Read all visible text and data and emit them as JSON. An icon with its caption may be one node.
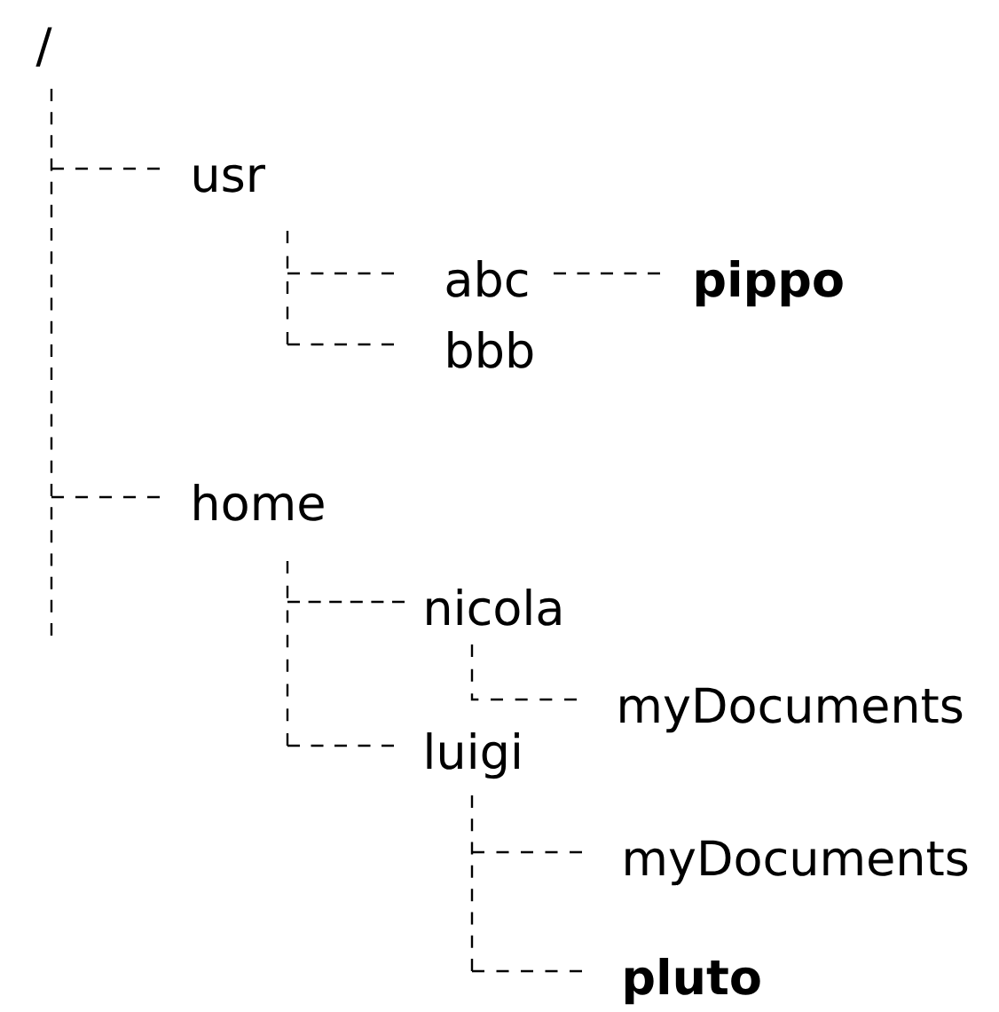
{
  "diagram": {
    "nodes": [
      {
        "text": [
          "/"
        ]
      },
      {
        "text": [
          "usr"
        ]
      },
      {
        "text": [
          "abc"
        ]
      },
      {
        "text": [
          "pippo"
        ]
      },
      {
        "text": [
          "bbb"
        ]
      },
      {
        "text": [
          "home"
        ]
      },
      {
        "text": [
          "nicola"
        ]
      },
      {
        "text": [
          "myDocuments"
        ]
      },
      {
        "text": [
          "luigi"
        ]
      },
      {
        "text": [
          "myDocuments"
        ]
      },
      {
        "text": [
          "pluto"
        ]
      }
    ],
    "edges": [
      {
        "from": 0,
        "to": 1,
        "arrow": "none",
        "style": "dashed"
      },
      {
        "from": 0,
        "to": 5,
        "arrow": "none",
        "style": "dashed"
      },
      {
        "from": 1,
        "to": 2,
        "arrow": "none",
        "style": "dashed"
      },
      {
        "from": 1,
        "to": 4,
        "arrow": "none",
        "style": "dashed"
      },
      {
        "from": 2,
        "to": 3,
        "arrow": "none",
        "style": "dashed"
      },
      {
        "from": 5,
        "to": 6,
        "arrow": "none",
        "style": "dashed"
      },
      {
        "from": 5,
        "to": 8,
        "arrow": "none",
        "style": "dashed"
      },
      {
        "from": 6,
        "to": 7,
        "arrow": "none",
        "style": "dashed"
      },
      {
        "from": 8,
        "to": 9,
        "arrow": "none",
        "style": "dashed"
      },
      {
        "from": 8,
        "to": 10,
        "arrow": "none",
        "style": "dashed"
      }
    ]
  }
}
